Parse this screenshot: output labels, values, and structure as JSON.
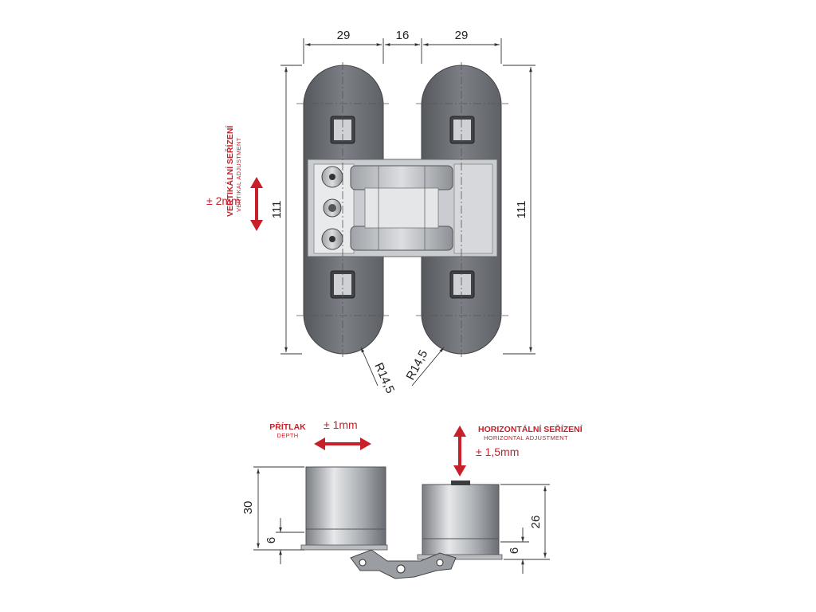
{
  "dimensions": {
    "top_left_width": "29",
    "top_gap": "16",
    "top_right_width": "29",
    "left_height": "111",
    "right_height": "111",
    "radius_left": "R14,5",
    "radius_right": "R14,5",
    "side_left_height": "30",
    "side_left_small": "6",
    "side_right_height": "26",
    "side_right_small": "6"
  },
  "adjustments": {
    "vertical_title": "VERTIKÁLNÍ SEŘÍZENÍ",
    "vertical_subtitle": "VERTIKAL ADJUSTMENT",
    "vertical_value": "± 2mm",
    "depth_title": "PŘÍTLAK",
    "depth_subtitle": "DEPTH",
    "depth_value": "± 1mm",
    "horizontal_title": "HORIZONTÁLNÍ SEŘÍZENÍ",
    "horizontal_subtitle": "HORIZONTAL ADJUSTMENT",
    "horizontal_value": "± 1,5mm"
  },
  "colors": {
    "accent_red": "#c8202a",
    "body_gray": "#6c6f74",
    "metal": "#b8bcc2"
  }
}
